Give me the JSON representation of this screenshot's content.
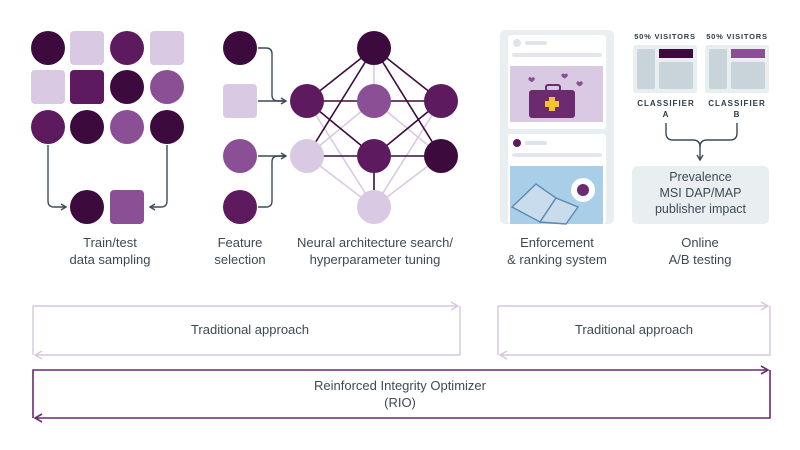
{
  "steps": {
    "sampling": {
      "line1": "Train/test",
      "line2": "data sampling"
    },
    "feature": {
      "line1": "Feature",
      "line2": "selection"
    },
    "nas": {
      "line1": "Neural architecture search/",
      "line2": "hyperparameter tuning"
    },
    "enforcement": {
      "line1": "Enforcement",
      "line2": "& ranking system"
    },
    "ab": {
      "line1": "Online",
      "line2": "A/B testing"
    }
  },
  "ab_test": {
    "visitors_a": "50% VISITORS",
    "visitors_b": "50% VISITORS",
    "classifier_a": "CLASSIFIER",
    "classifier_a_id": "A",
    "classifier_b": "CLASSIFIER",
    "classifier_b_id": "B",
    "metrics": [
      "Prevalence",
      "MSI DAP/MAP",
      "publisher impact"
    ]
  },
  "approaches": {
    "traditional_left": "Traditional approach",
    "traditional_right": "Traditional approach",
    "rio_line1": "Reinforced Integrity Optimizer",
    "rio_line2": "(RIO)"
  },
  "colors": {
    "dark": "#3d0a3d",
    "deep": "#5e1a5e",
    "mid": "#8b4f96",
    "light": "#d9c9e3",
    "arrow_light": "#d6c7e0",
    "arrow_rio": "#6c2a6f",
    "connector": "#3b4a57"
  },
  "icons": [
    "medical-bag-icon",
    "coffee-cup-icon",
    "open-book-icon",
    "hearts-icon"
  ]
}
